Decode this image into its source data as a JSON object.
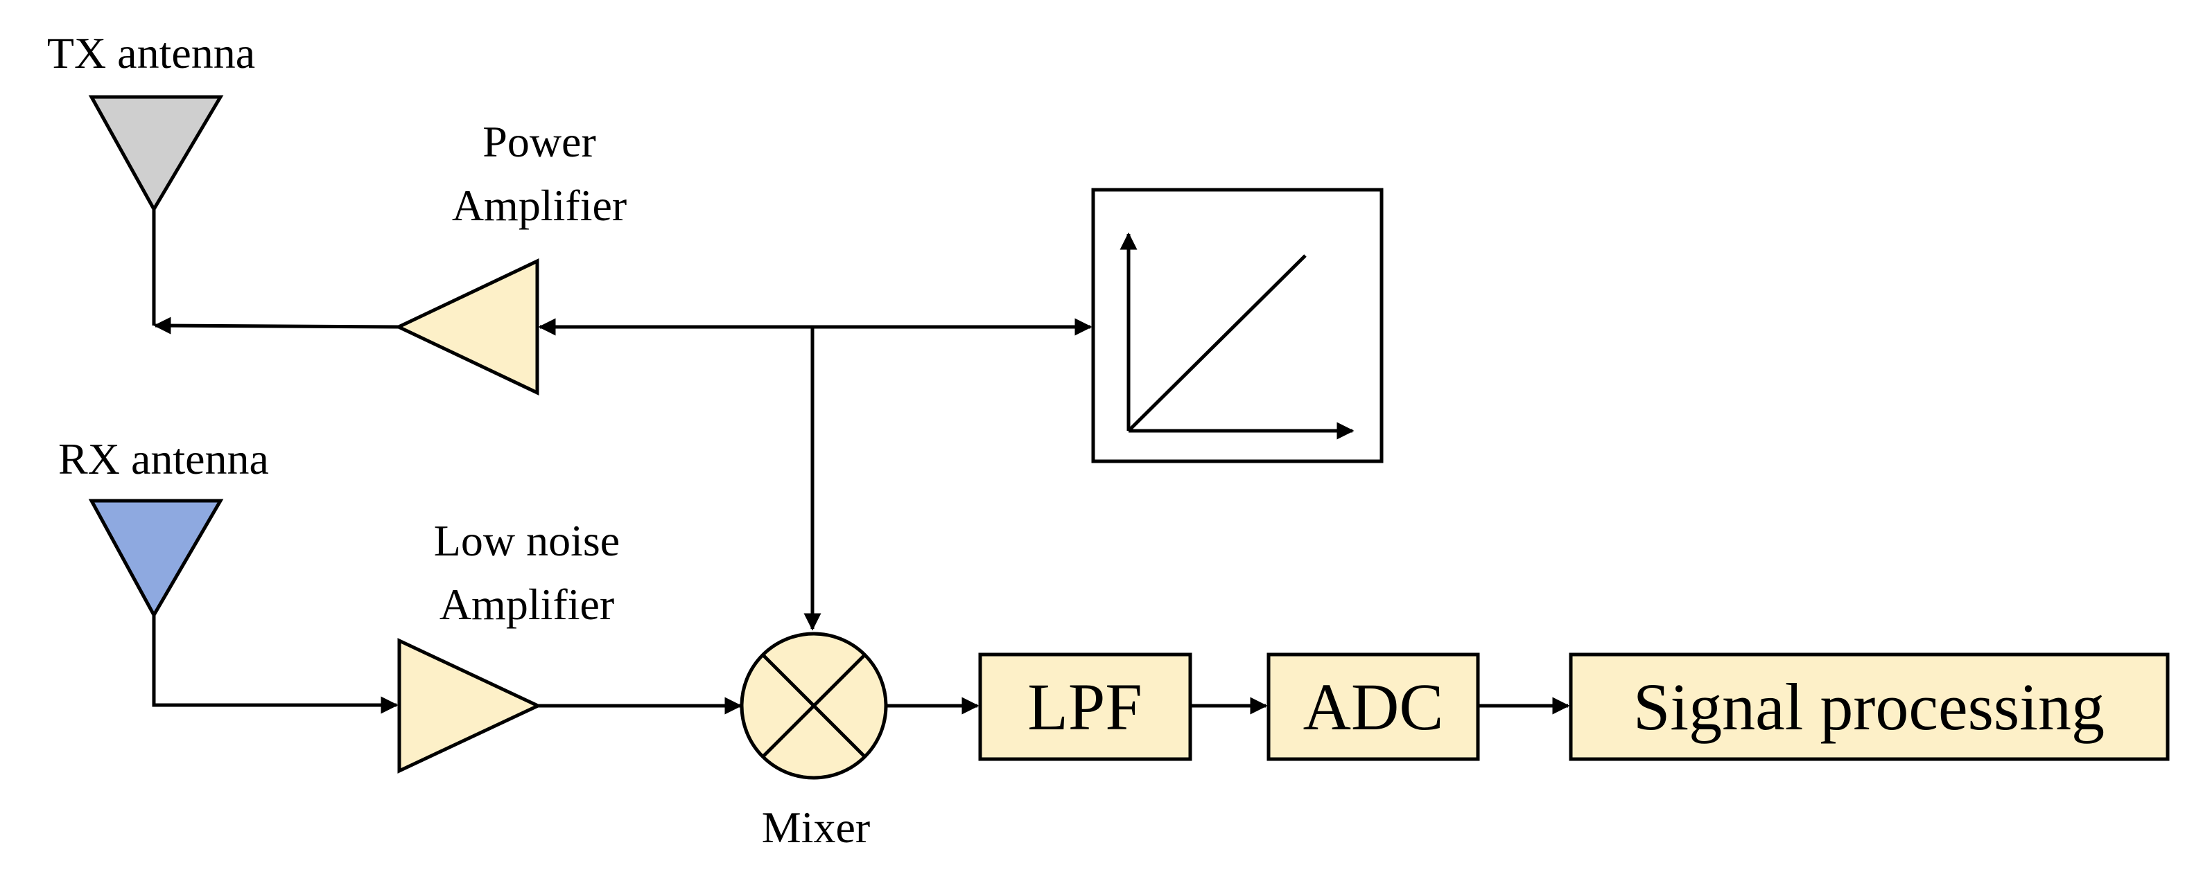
{
  "labels": {
    "tx_antenna": "TX antenna",
    "rx_antenna": "RX antenna",
    "power_amp_line1": "Power",
    "power_amp_line2": "Amplifier",
    "lna_line1": "Low noise",
    "lna_line2": "Amplifier",
    "mixer": "Mixer",
    "lpf": "LPF",
    "adc": "ADC",
    "signal_processing": "Signal processing"
  },
  "colors": {
    "tx_antenna_fill": "#cfcfcf",
    "rx_antenna_fill": "#8ea9e0",
    "block_fill": "#fdf0c8",
    "line": "#000000",
    "background": "#ffffff"
  }
}
